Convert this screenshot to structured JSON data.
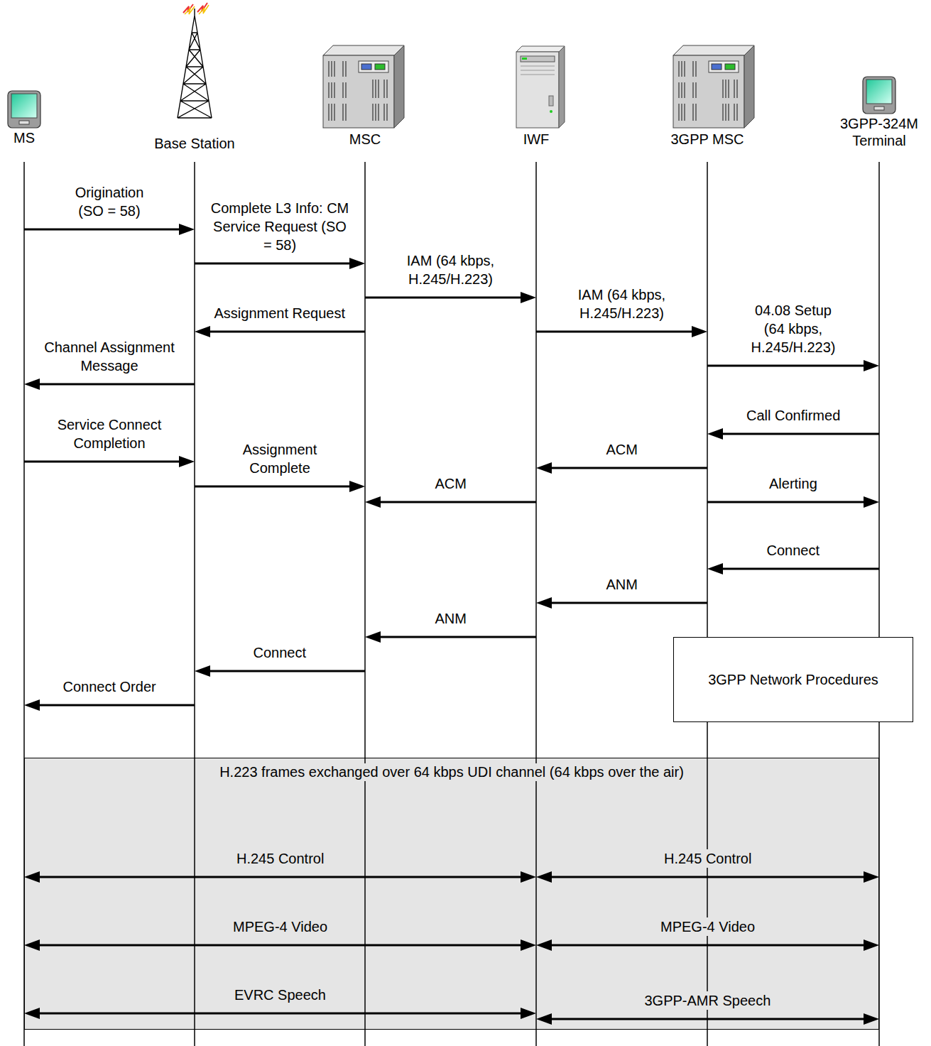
{
  "diagram": {
    "nodes": [
      {
        "text": [
          "MS"
        ]
      },
      {
        "text": [
          "Base Station"
        ]
      },
      {
        "text": [
          "MSC"
        ]
      },
      {
        "text": [
          "IWF"
        ]
      },
      {
        "text": [
          "3GPP MSC"
        ]
      },
      {
        "text": [
          "3GPP-324M Terminal"
        ]
      },
      {
        "text": [
          "3GPP Network Procedures"
        ]
      },
      {
        "text": [
          "H.223 frames exchanged over 64 kbps UDI channel (64 kbps over the air)"
        ]
      }
    ],
    "edges": [
      {
        "from": 0,
        "to": 1,
        "arrow": "to",
        "label": "Origination (SO = 58)"
      },
      {
        "from": 1,
        "to": 2,
        "arrow": "to",
        "label": "Complete L3 Info: CM Service Request (SO = 58)"
      },
      {
        "from": 2,
        "to": 3,
        "arrow": "to",
        "label": "IAM (64 kbps, H.245/H.223)"
      },
      {
        "from": 2,
        "to": 1,
        "arrow": "to",
        "label": "Assignment Request"
      },
      {
        "from": 3,
        "to": 4,
        "arrow": "to",
        "label": "IAM (64 kbps, H.245/H.223)"
      },
      {
        "from": 4,
        "to": 5,
        "arrow": "to",
        "label": "04.08 Setup (64 kbps, H.245/H.223)"
      },
      {
        "from": 1,
        "to": 0,
        "arrow": "to",
        "label": "Channel Assignment Message"
      },
      {
        "from": 5,
        "to": 4,
        "arrow": "to",
        "label": "Call Confirmed"
      },
      {
        "from": 0,
        "to": 1,
        "arrow": "to",
        "label": "Service Connect Completion"
      },
      {
        "from": 4,
        "to": 3,
        "arrow": "to",
        "label": "ACM"
      },
      {
        "from": 1,
        "to": 2,
        "arrow": "to",
        "label": "Assignment Complete"
      },
      {
        "from": 3,
        "to": 2,
        "arrow": "to",
        "label": "ACM"
      },
      {
        "from": 4,
        "to": 5,
        "arrow": "to",
        "label": "Alerting"
      },
      {
        "from": 5,
        "to": 4,
        "arrow": "to",
        "label": "Connect"
      },
      {
        "from": 4,
        "to": 3,
        "arrow": "to",
        "label": "ANM"
      },
      {
        "from": 3,
        "to": 2,
        "arrow": "to",
        "label": "ANM"
      },
      {
        "from": 2,
        "to": 1,
        "arrow": "to",
        "label": "Connect"
      },
      {
        "from": 1,
        "to": 0,
        "arrow": "to",
        "label": "Connect Order"
      },
      {
        "from": 0,
        "to": 3,
        "arrow": "both",
        "label": "H.245 Control"
      },
      {
        "from": 3,
        "to": 5,
        "arrow": "both",
        "label": "H.245 Control"
      },
      {
        "from": 0,
        "to": 3,
        "arrow": "both",
        "label": "MPEG-4 Video"
      },
      {
        "from": 3,
        "to": 5,
        "arrow": "both",
        "label": "MPEG-4 Video"
      },
      {
        "from": 0,
        "to": 3,
        "arrow": "both",
        "label": "EVRC Speech"
      },
      {
        "from": 3,
        "to": 5,
        "arrow": "both",
        "label": "3GPP-AMR Speech"
      }
    ]
  }
}
